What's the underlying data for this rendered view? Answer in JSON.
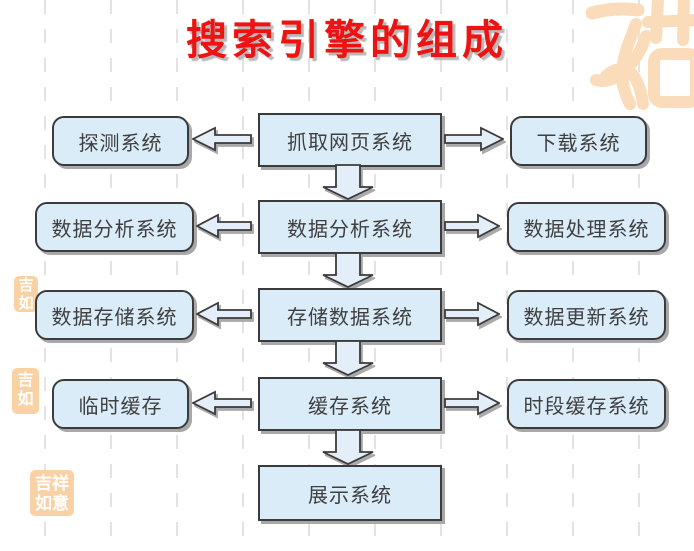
{
  "title": {
    "text": "搜索引擎的组成",
    "color": "#ee1212",
    "shadow_color": "#b9b9b9"
  },
  "flow": {
    "rows": [
      {
        "left": "探测系统",
        "center": "抓取网页系统",
        "right": "下载系统"
      },
      {
        "left": "数据分析系统",
        "center": "数据分析系统",
        "right": "数据处理系统"
      },
      {
        "left": "数据存储系统",
        "center": "存储数据系统",
        "right": "数据更新系统"
      },
      {
        "left": "临时缓存",
        "center": "缓存系统",
        "right": "时段缓存系统"
      }
    ],
    "final": "展示系统"
  },
  "decor": {
    "seal_stamp_text": "吉祥如意",
    "seal_stamp_partial_text": "吉如",
    "stamp_color": "#f8d2a4",
    "ornament_color": "#fbdcba"
  },
  "colors": {
    "box_fill": "#dbecf9",
    "box_border": "#3b3b3b",
    "box_text": "#3f3f3f",
    "arrow_fill": "#e4eef8",
    "dash_line": "#e3e3e3",
    "shadow": "#a8a8a8",
    "background": "#ffffff"
  }
}
